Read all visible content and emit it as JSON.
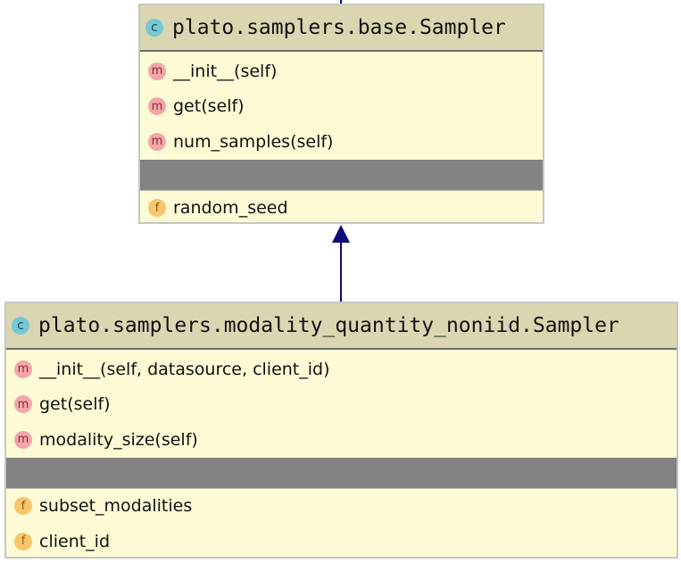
{
  "diagram": {
    "classes": [
      {
        "icon": "class-icon",
        "badge": "c",
        "name": "plato.samplers.base.Sampler",
        "methods": [
          {
            "badge": "m",
            "label": "__init__(self)"
          },
          {
            "badge": "m",
            "label": "get(self)"
          },
          {
            "badge": "m",
            "label": "num_samples(self)"
          }
        ],
        "fields": [
          {
            "badge": "f",
            "label": "random_seed"
          }
        ]
      },
      {
        "icon": "class-icon",
        "badge": "c",
        "name": "plato.samplers.modality_quantity_noniid.Sampler",
        "methods": [
          {
            "badge": "m",
            "label": "__init__(self, datasource, client_id)"
          },
          {
            "badge": "m",
            "label": "get(self)"
          },
          {
            "badge": "m",
            "label": "modality_size(self)"
          }
        ],
        "fields": [
          {
            "badge": "f",
            "label": "subset_modalities"
          },
          {
            "badge": "f",
            "label": "client_id"
          }
        ]
      }
    ],
    "relation": {
      "type": "inheritance",
      "from": "plato.samplers.modality_quantity_noniid.Sampler",
      "to": "plato.samplers.base.Sampler",
      "color": "#0d0d7a"
    },
    "colors": {
      "box_fill": "#fcfbd6",
      "header_fill": "#d9d6b1",
      "separator": "#828282"
    }
  }
}
